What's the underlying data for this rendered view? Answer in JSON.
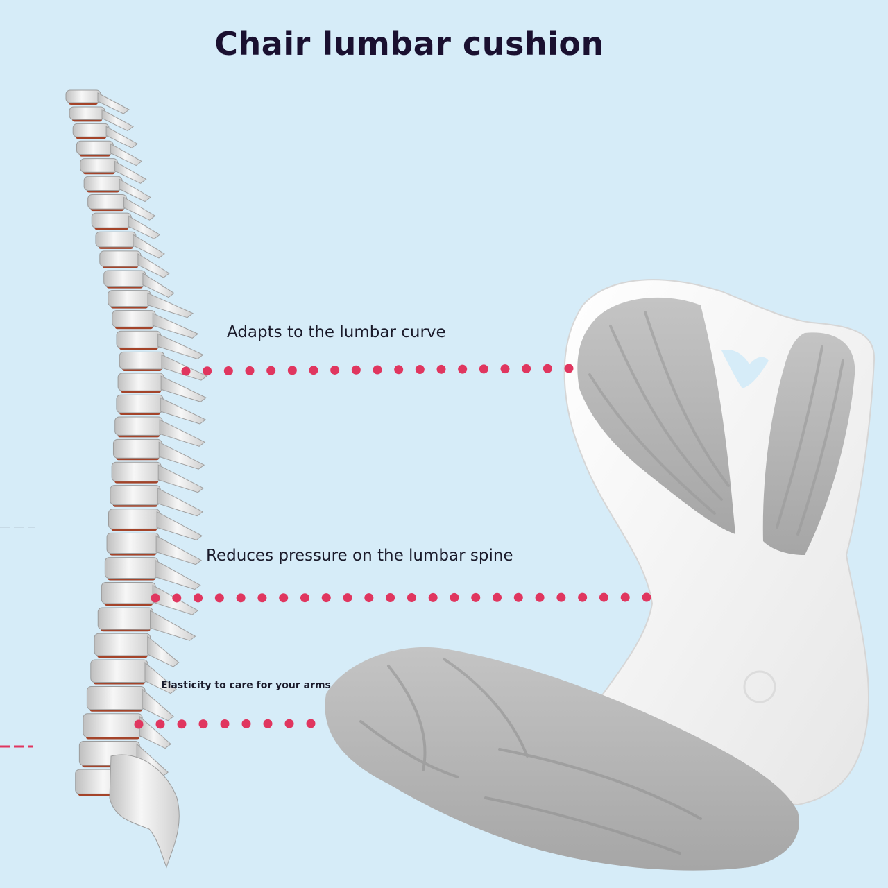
{
  "title": "Chair lumbar cushion",
  "callouts": [
    {
      "text": "Adapts to the lumbar curve"
    },
    {
      "text": "Reduces pressure on the lumbar spine"
    },
    {
      "text": "Elasticity to care for your arms"
    }
  ],
  "colors": {
    "background": "#d6ecf8",
    "dot": "#e0365f",
    "bone": "#f2f2f2",
    "disc": "#a4442a",
    "cushion_white": "#f7f7f7",
    "cushion_gray": "#b5b5b5"
  },
  "images": {
    "spine": "spine-illustration",
    "cushion": "cushion-product-photo"
  }
}
